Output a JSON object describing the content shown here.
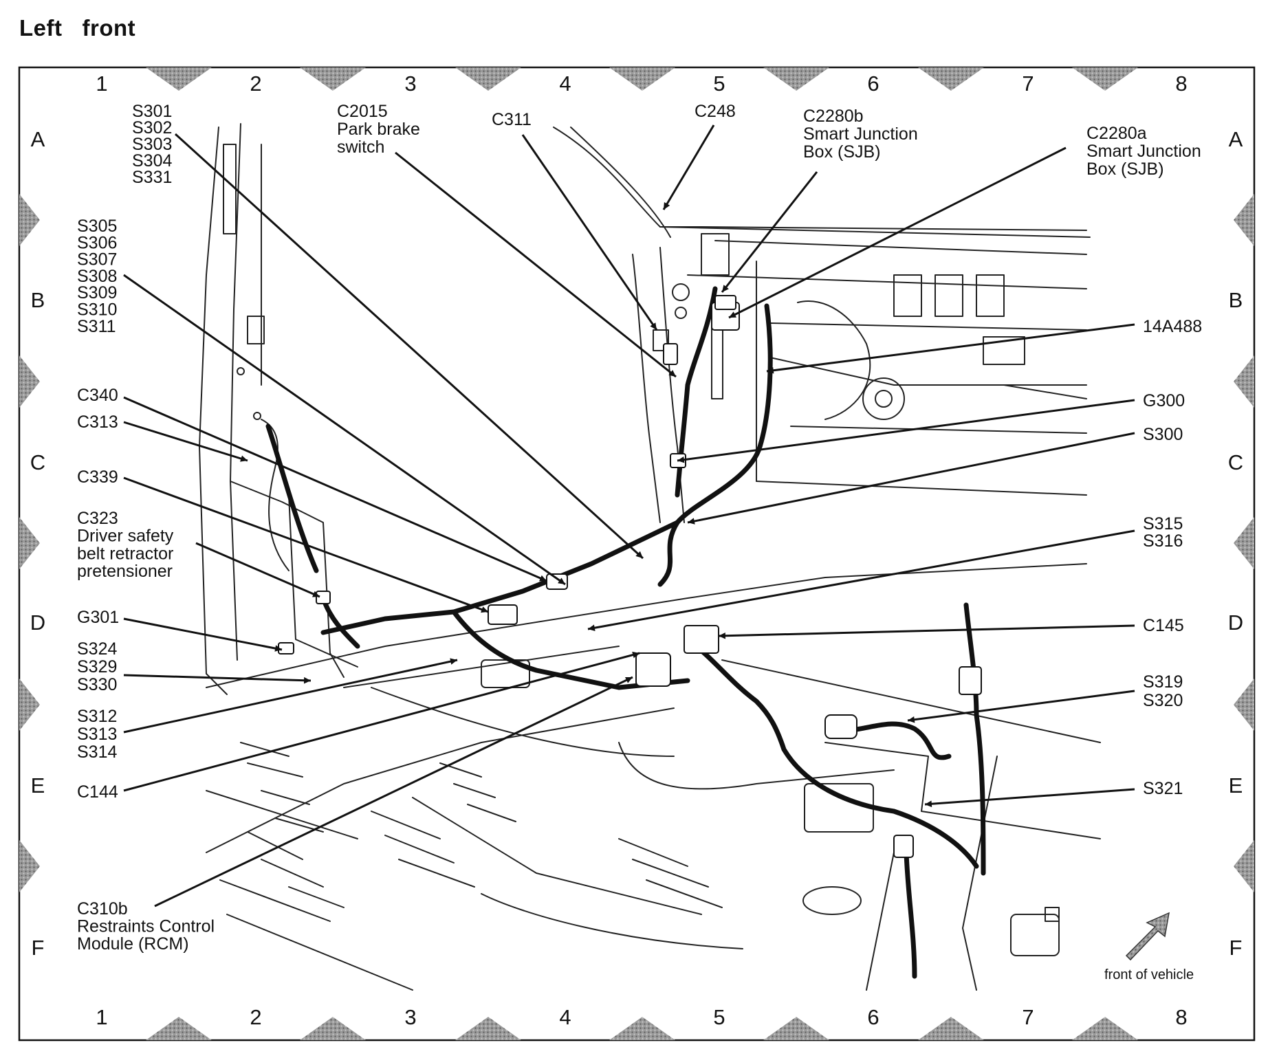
{
  "title": "Left   front",
  "grid": {
    "columns": [
      "1",
      "2",
      "3",
      "4",
      "5",
      "6",
      "7",
      "8"
    ],
    "rows": [
      "A",
      "B",
      "C",
      "D",
      "E",
      "F"
    ]
  },
  "callouts": [
    {
      "id": "s301-group",
      "lines": [
        "S301",
        "S302",
        "S303",
        "S304",
        "S331"
      ]
    },
    {
      "id": "c2015",
      "lines": [
        "C2015",
        "Park brake",
        "switch"
      ]
    },
    {
      "id": "c311",
      "lines": [
        "C311"
      ]
    },
    {
      "id": "c248",
      "lines": [
        "C248"
      ]
    },
    {
      "id": "c2280b",
      "lines": [
        "C2280b",
        "Smart Junction",
        "Box (SJB)"
      ]
    },
    {
      "id": "c2280a",
      "lines": [
        "C2280a",
        "Smart Junction",
        "Box (SJB)"
      ]
    },
    {
      "id": "s305-group",
      "lines": [
        "S305",
        "S306",
        "S307",
        "S308",
        "S309",
        "S310",
        "S311"
      ]
    },
    {
      "id": "14a488",
      "lines": [
        "14A488"
      ]
    },
    {
      "id": "g300",
      "lines": [
        "G300"
      ]
    },
    {
      "id": "s300",
      "lines": [
        "S300"
      ]
    },
    {
      "id": "c340",
      "lines": [
        "C340"
      ]
    },
    {
      "id": "c313",
      "lines": [
        "C313"
      ]
    },
    {
      "id": "c339",
      "lines": [
        "C339"
      ]
    },
    {
      "id": "c323",
      "lines": [
        "C323",
        "Driver safety",
        "belt retractor",
        "pretensioner"
      ]
    },
    {
      "id": "s315-group",
      "lines": [
        "S315",
        "S316"
      ]
    },
    {
      "id": "g301",
      "lines": [
        "G301"
      ]
    },
    {
      "id": "c145",
      "lines": [
        "C145"
      ]
    },
    {
      "id": "s324-group",
      "lines": [
        "S324",
        "S329",
        "S330"
      ]
    },
    {
      "id": "s319-group",
      "lines": [
        "S319",
        "S320"
      ]
    },
    {
      "id": "s312-group",
      "lines": [
        "S312",
        "S313",
        "S314"
      ]
    },
    {
      "id": "c144",
      "lines": [
        "C144"
      ]
    },
    {
      "id": "s321",
      "lines": [
        "S321"
      ]
    },
    {
      "id": "c310b",
      "lines": [
        "C310b",
        "Restraints Control",
        "Module (RCM)"
      ]
    }
  ],
  "front_of_vehicle": "front of vehicle",
  "colors": {
    "ink": "#111111",
    "shade": "#8a8a8a",
    "paper": "#ffffff"
  }
}
